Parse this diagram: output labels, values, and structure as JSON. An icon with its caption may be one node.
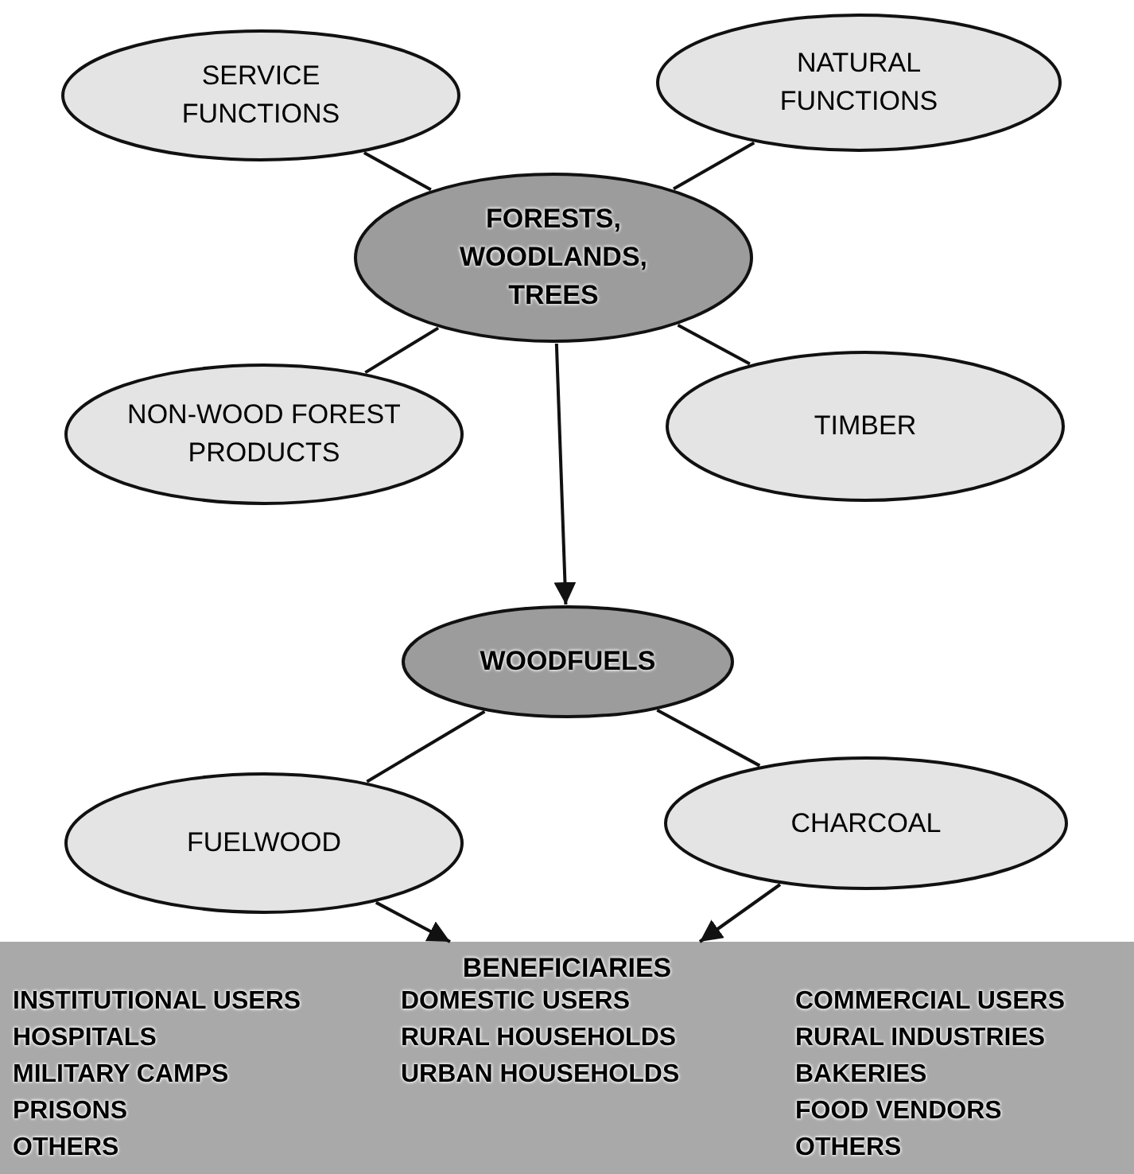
{
  "diagram": {
    "nodes": [
      {
        "text": [
          "SERVICE FUNCTIONS"
        ]
      },
      {
        "text": [
          "NATURAL FUNCTIONS"
        ]
      },
      {
        "text": [
          "FORESTS, WOODLANDS, TREES"
        ]
      },
      {
        "text": [
          "NON-WOOD FOREST PRODUCTS"
        ]
      },
      {
        "text": [
          "TIMBER"
        ]
      },
      {
        "text": [
          "WOODFUELS"
        ]
      },
      {
        "text": [
          "FUELWOOD"
        ]
      },
      {
        "text": [
          "CHARCOAL"
        ]
      },
      {
        "text": [
          "BENEFICIARIES"
        ]
      }
    ],
    "edges": [
      {
        "from": 0,
        "to": 2,
        "arrow": "none"
      },
      {
        "from": 1,
        "to": 2,
        "arrow": "none"
      },
      {
        "from": 2,
        "to": 3,
        "arrow": "none"
      },
      {
        "from": 2,
        "to": 4,
        "arrow": "none"
      },
      {
        "from": 2,
        "to": 5,
        "arrow": "to"
      },
      {
        "from": 5,
        "to": 6,
        "arrow": "none"
      },
      {
        "from": 5,
        "to": 7,
        "arrow": "none"
      },
      {
        "from": 6,
        "to": 8,
        "arrow": "to"
      },
      {
        "from": 7,
        "to": 8,
        "arrow": "to"
      }
    ],
    "labels": [
      "INSTITUTIONAL USERS",
      "DOMESTIC USERS",
      "COMMERCIAL USERS",
      "HOSPITALS",
      "RURAL HOUSEHOLDS",
      "RURAL INDUSTRIES",
      "MILITARY CAMPS",
      "URBAN HOUSEHOLDS",
      "BAKERIES",
      "PRISONS",
      "FOOD VENDORS",
      "OTHERS",
      "OTHERS"
    ]
  }
}
